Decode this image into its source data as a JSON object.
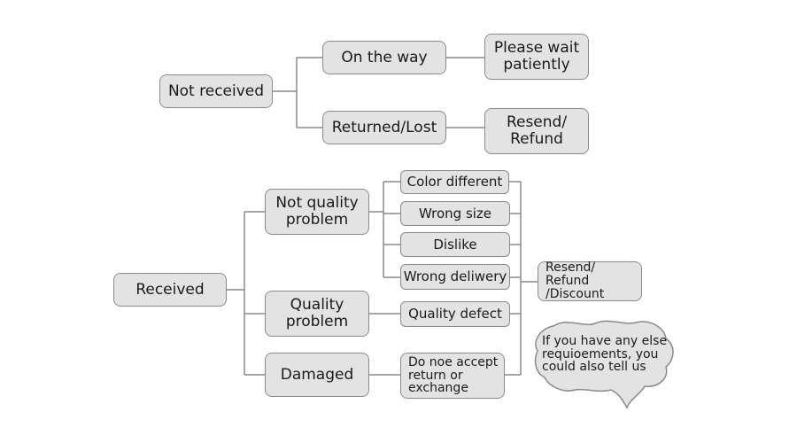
{
  "nodes": {
    "not_received": "Not received",
    "on_the_way": "On the way",
    "please_wait": "Please wait\npatiently",
    "returned_lost": "Returned/Lost",
    "resend_refund": "Resend/\nRefund",
    "received": "Received",
    "not_quality_problem": "Not quality\nproblem",
    "quality_problem": "Quality\nproblem",
    "damaged": "Damaged",
    "color_different": "Color different",
    "wrong_size": "Wrong size",
    "dislike": "Dislike",
    "wrong_delivery": "Wrong deliwery",
    "quality_defect": "Quality defect",
    "no_return": "Do noe accept\nreturn or\nexchange",
    "resend_refund_discount": "Resend/ Refund\n/Discount"
  },
  "bubble": {
    "text": "If you have any else\nrequioements, you\ncould also tell us"
  },
  "colors": {
    "node_fill": "#e3e3e3",
    "node_border": "#8a8a8a",
    "connector": "#8a8a8a"
  }
}
